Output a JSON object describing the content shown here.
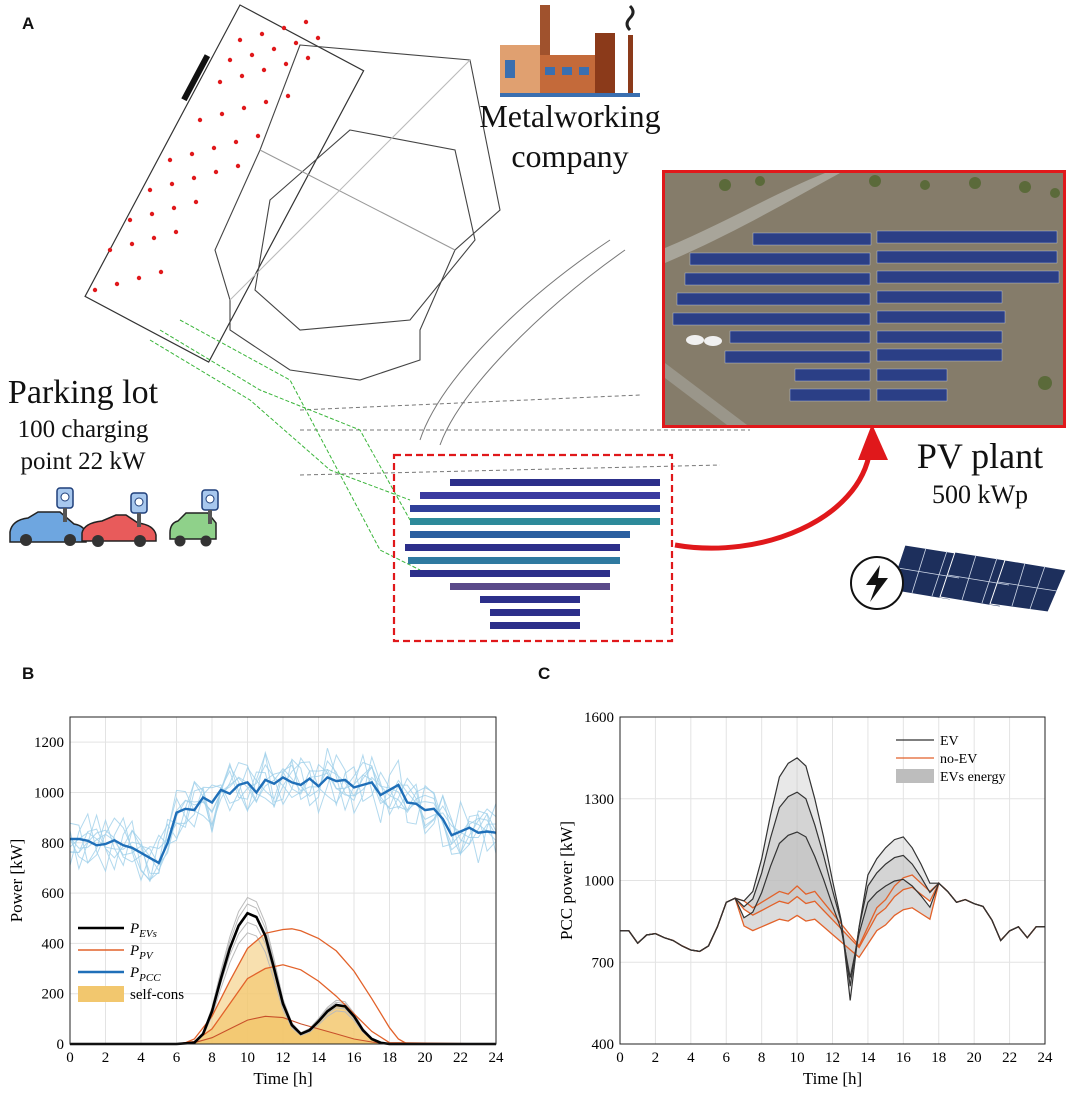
{
  "panel_labels": {
    "a": "A",
    "b": "B",
    "c": "C"
  },
  "site": {
    "company_line1": "Metalworking",
    "company_line2": "company",
    "parking_line1": "Parking lot",
    "parking_line2": "100 charging",
    "parking_line3": "point 22 kW",
    "pv_line1": "PV plant",
    "pv_line2": "500 kWp"
  },
  "colors": {
    "highlight_red": "#e0181b",
    "pcc_blue": "#1f6fb8",
    "pcc_light": "#9fd0ea",
    "pv_orange": "#e2622a",
    "selfcons_fill": "#f2c76e",
    "ev_black": "#000000",
    "no_ev_orange": "#e2622a",
    "ev_energy_gray": "#bdbdbd"
  },
  "icons": [
    "factory-icon",
    "car-icon",
    "charger-icon",
    "solar-panel-icon",
    "lightning-icon"
  ],
  "chart_data": [
    {
      "type": "line",
      "panel": "B",
      "xlabel": "Time [h]",
      "ylabel": "Power [kW]",
      "xlim": [
        0,
        24
      ],
      "ylim": [
        0,
        1300
      ],
      "xticks": [
        0,
        2,
        4,
        6,
        8,
        10,
        12,
        14,
        16,
        18,
        20,
        22,
        24
      ],
      "yticks": [
        0,
        200,
        400,
        600,
        800,
        1000,
        1200
      ],
      "grid": true,
      "legend_position": "bottom-left",
      "legend": [
        "P_EVs",
        "P_PV",
        "P_PCC",
        "self-cons"
      ],
      "series": [
        {
          "name": "P_PCC",
          "x": [
            0,
            0.5,
            1,
            1.5,
            2,
            2.5,
            3,
            3.5,
            4,
            4.5,
            5,
            5.5,
            6,
            6.5,
            7,
            7.5,
            8,
            8.5,
            9,
            9.5,
            10,
            10.5,
            11,
            11.5,
            12,
            12.5,
            13,
            13.5,
            14,
            14.5,
            15,
            15.5,
            16,
            16.5,
            17,
            17.5,
            18,
            18.5,
            19,
            19.5,
            20,
            20.5,
            21,
            21.5,
            22,
            22.5,
            23,
            23.5,
            24
          ],
          "y": [
            815,
            815,
            808,
            790,
            795,
            810,
            790,
            780,
            760,
            740,
            720,
            800,
            920,
            935,
            930,
            980,
            960,
            1010,
            995,
            1030,
            1040,
            1000,
            1050,
            1035,
            1060,
            1040,
            1030,
            1055,
            1025,
            1060,
            1045,
            1050,
            1020,
            1030,
            1040,
            990,
            1010,
            1030,
            960,
            955,
            930,
            935,
            895,
            830,
            845,
            860,
            840,
            845,
            840
          ]
        },
        {
          "name": "P_EVs",
          "x": [
            0,
            6,
            7,
            7.5,
            8,
            8.5,
            9,
            9.5,
            10,
            10.5,
            11,
            11.5,
            12,
            12.5,
            13,
            13.5,
            14,
            14.5,
            15,
            15.5,
            16,
            16.5,
            17,
            17.5,
            18,
            24
          ],
          "y": [
            0,
            0,
            5,
            40,
            130,
            260,
            380,
            470,
            520,
            505,
            430,
            300,
            160,
            75,
            40,
            55,
            90,
            130,
            155,
            150,
            110,
            55,
            20,
            5,
            0,
            0
          ]
        },
        {
          "name": "P_PV",
          "x": [
            0,
            6,
            6.5,
            7,
            8,
            9,
            10,
            11,
            12,
            12.5,
            13,
            14,
            15,
            16,
            17,
            18,
            18.5,
            19,
            24
          ],
          "y": [
            0,
            0,
            5,
            20,
            110,
            250,
            380,
            440,
            455,
            458,
            450,
            420,
            370,
            290,
            180,
            65,
            20,
            0,
            0
          ]
        },
        {
          "name": "P_PV_mid",
          "x": [
            0,
            6,
            7,
            8,
            9,
            10,
            11,
            12,
            13,
            14,
            15,
            16,
            17,
            18,
            24
          ],
          "y": [
            0,
            0,
            10,
            60,
            160,
            260,
            300,
            315,
            295,
            250,
            190,
            120,
            50,
            5,
            0
          ]
        },
        {
          "name": "P_PV_low",
          "x": [
            0,
            6,
            7,
            8,
            9,
            10,
            11,
            12,
            13,
            14,
            15,
            16,
            17,
            18,
            24
          ],
          "y": [
            0,
            0,
            5,
            25,
            60,
            95,
            110,
            105,
            80,
            60,
            40,
            20,
            8,
            0,
            0
          ]
        }
      ]
    },
    {
      "type": "area",
      "panel": "C",
      "xlabel": "Time [h]",
      "ylabel": "PCC power [kW]",
      "xlim": [
        0,
        24
      ],
      "ylim": [
        400,
        1600
      ],
      "xticks": [
        0,
        2,
        4,
        6,
        8,
        10,
        12,
        14,
        16,
        18,
        20,
        22,
        24
      ],
      "yticks": [
        400,
        700,
        1000,
        1300,
        1600
      ],
      "grid": true,
      "legend_position": "top-right",
      "legend": [
        "EV",
        "no-EV",
        "EVs energy"
      ],
      "series": [
        {
          "name": "EV",
          "x": [
            0,
            0.5,
            1,
            1.5,
            2,
            2.5,
            3,
            3.5,
            4,
            4.5,
            5,
            5.5,
            6,
            6.5,
            7,
            7.5,
            8,
            8.5,
            9,
            9.5,
            10,
            10.5,
            11,
            11.5,
            12,
            12.5,
            13,
            13.5,
            14,
            14.5,
            15,
            15.5,
            16,
            16.5,
            17,
            17.5,
            18,
            18.5,
            19,
            19.5,
            20,
            20.5,
            21,
            21.5,
            22,
            22.5,
            23,
            23.5,
            24
          ],
          "y": [
            815,
            815,
            770,
            800,
            805,
            790,
            780,
            760,
            745,
            740,
            760,
            830,
            920,
            935,
            925,
            960,
            1080,
            1240,
            1380,
            1430,
            1450,
            1420,
            1300,
            1160,
            1000,
            850,
            560,
            830,
            1020,
            1080,
            1120,
            1150,
            1160,
            1120,
            1060,
            990,
            990,
            960,
            920,
            930,
            915,
            905,
            855,
            780,
            815,
            830,
            790,
            830,
            830
          ]
        },
        {
          "name": "no-EV",
          "x": [
            0,
            0.5,
            1,
            1.5,
            2,
            2.5,
            3,
            3.5,
            4,
            4.5,
            5,
            5.5,
            6,
            6.5,
            7,
            7.5,
            8,
            8.5,
            9,
            9.5,
            10,
            10.5,
            11,
            11.5,
            12,
            12.5,
            13,
            13.5,
            14,
            14.5,
            15,
            15.5,
            16,
            16.5,
            17,
            17.5,
            18,
            18.5,
            19,
            19.5,
            20,
            20.5,
            21,
            21.5,
            22,
            22.5,
            23,
            23.5,
            24
          ],
          "y": [
            815,
            815,
            770,
            800,
            805,
            790,
            780,
            760,
            745,
            740,
            760,
            830,
            920,
            935,
            925,
            900,
            920,
            940,
            960,
            950,
            980,
            950,
            960,
            920,
            880,
            840,
            800,
            760,
            830,
            900,
            930,
            980,
            1010,
            1020,
            990,
            960,
            990,
            960,
            920,
            930,
            915,
            905,
            855,
            780,
            815,
            830,
            790,
            830,
            830
          ]
        }
      ]
    }
  ]
}
